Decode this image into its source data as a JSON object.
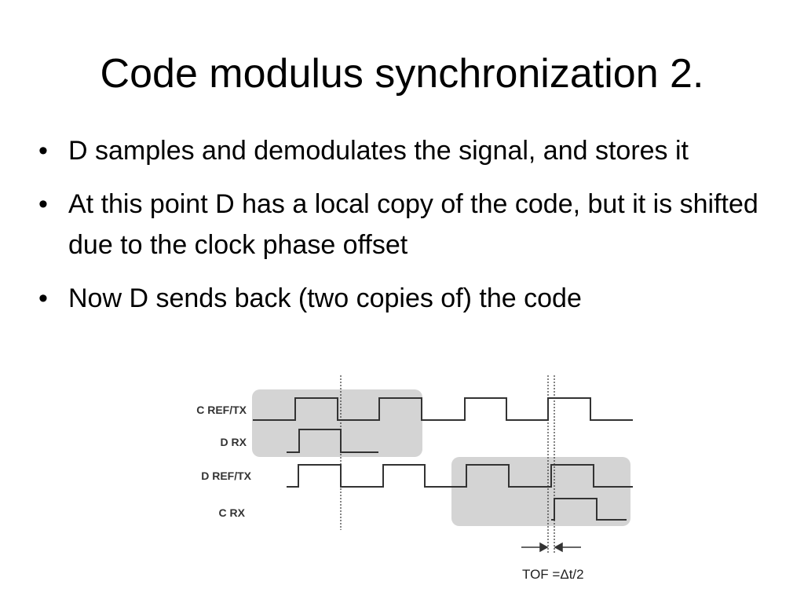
{
  "slide": {
    "title": "Code modulus synchronization 2.",
    "bullets": [
      "D samples and demodulates the signal, and stores it",
      "At this point D has a local copy of the code, but it is shifted due to the clock phase offset",
      "Now D sends back (two copies of) the code"
    ]
  },
  "diagram": {
    "signals": [
      {
        "label": "C REF/TX"
      },
      {
        "label": "D RX"
      },
      {
        "label": "D REF/TX"
      },
      {
        "label": "C RX"
      }
    ],
    "tof_label": "TOF =Δt/2",
    "colors": {
      "highlight": "#d4d4d4",
      "waveform": "#333333"
    }
  }
}
